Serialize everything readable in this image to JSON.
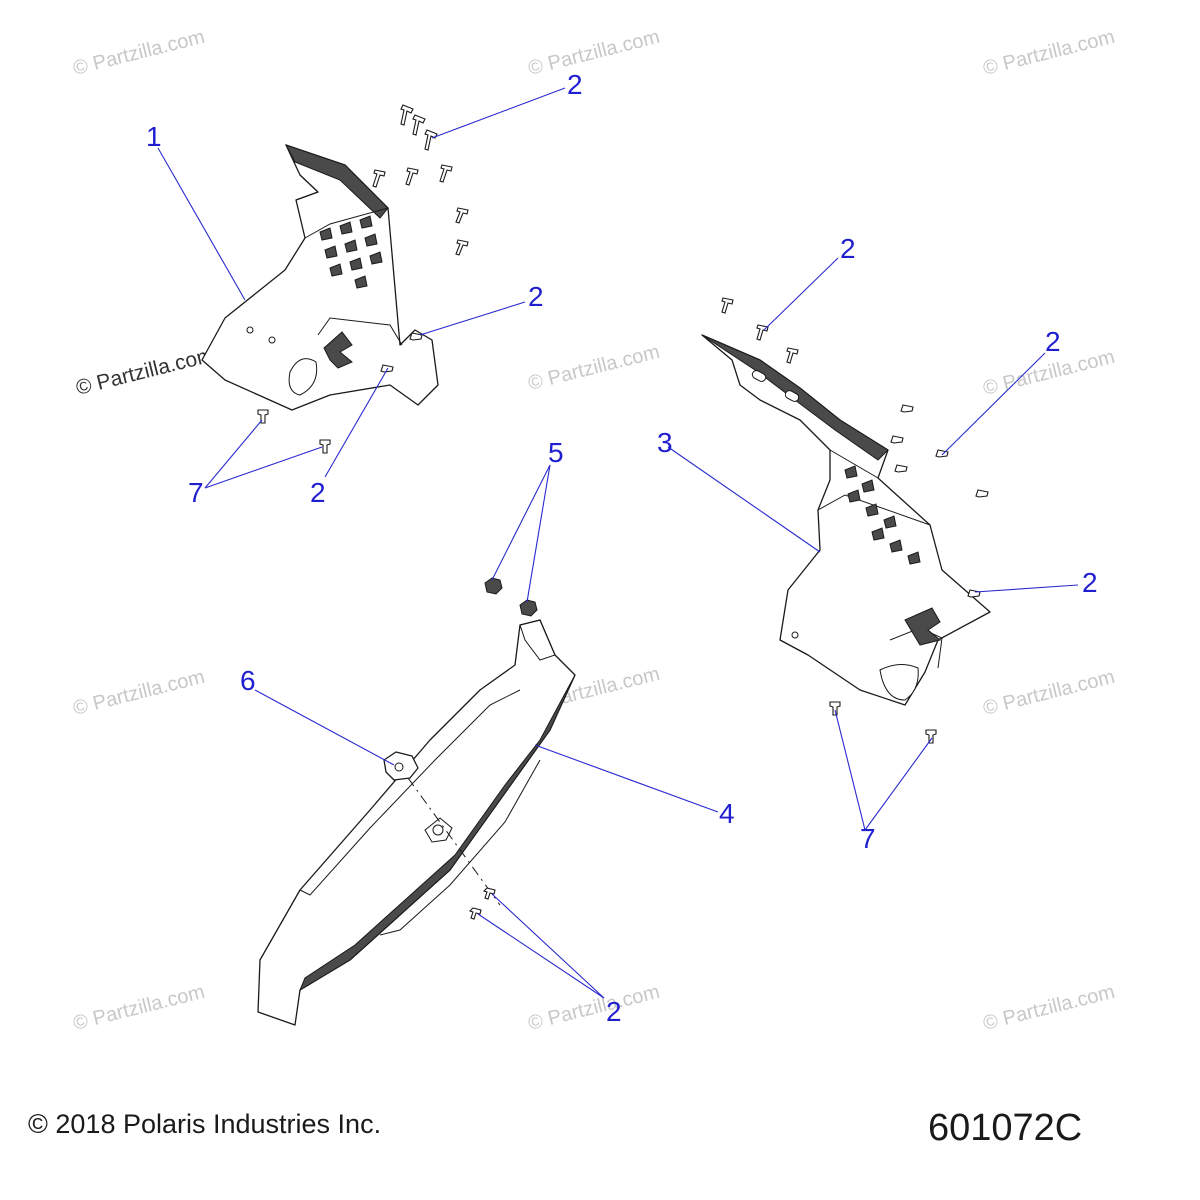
{
  "watermark": "© Partzilla.com",
  "copyright": "© 2018 Polaris Industries Inc.",
  "diagram_number": "601072C",
  "callouts": {
    "c1": "1",
    "c2": "2",
    "c3": "3",
    "c4": "4",
    "c5": "5",
    "c6": "6",
    "c7": "7"
  },
  "colors": {
    "callout": "#1f1fcf",
    "leader": "#2a2ad0",
    "watermark": "#c8c8c8"
  }
}
